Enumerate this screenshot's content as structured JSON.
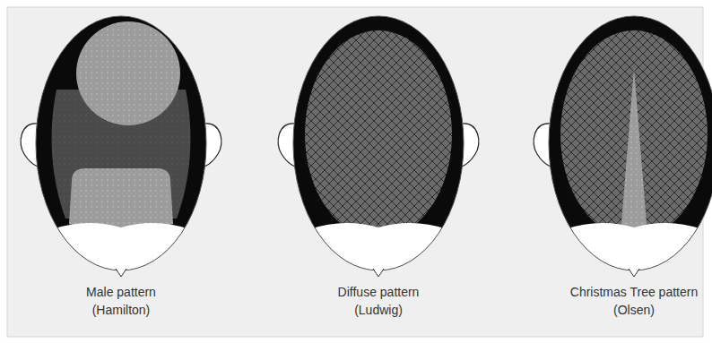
{
  "diagram": {
    "nodes": [
      {
        "text": [
          "Male pattern (Hamilton)"
        ]
      },
      {
        "text": [
          "Diffuse pattern (Ludwig)"
        ]
      },
      {
        "text": [
          "Christmas Tree pattern (Olsen)"
        ]
      }
    ]
  }
}
